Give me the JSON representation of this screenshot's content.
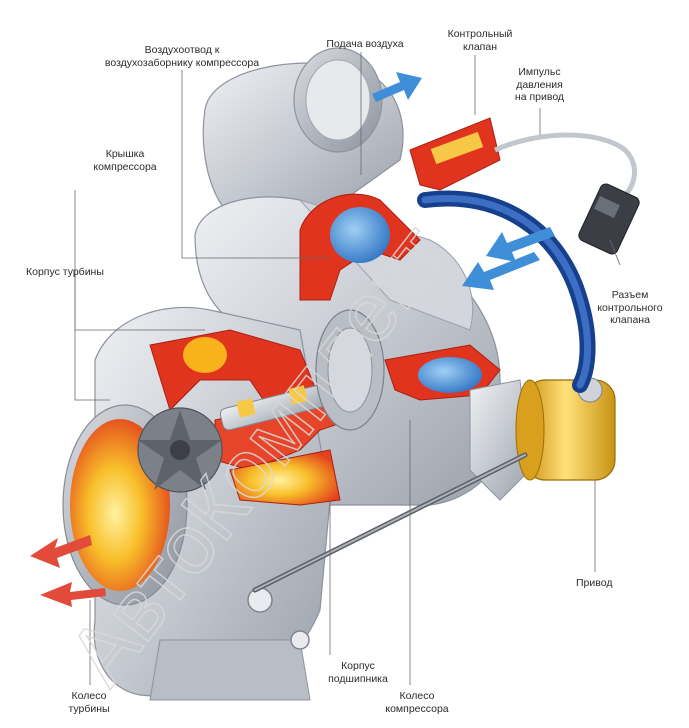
{
  "labels": {
    "air_outlet": "Воздухоотвод к\nвоздухозаборнику компрессора",
    "air_supply": "Подача воздуха",
    "control_valve": "Контрольный\nклапан",
    "pressure_impulse": "Импульс\nдавления\nна привод",
    "compressor_cover": "Крышка\nкомпрессора",
    "turbine_housing": "Корпус турбины",
    "valve_connector": "Разъем\nконтрольного\nклапана",
    "actuator": "Привод",
    "bearing_housing": "Корпус\nподшипника",
    "turbine_wheel": "Колесо\nтурбины",
    "compressor_wheel": "Колесо\nкомпрессора"
  },
  "watermark": "АвтоКомплект",
  "colors": {
    "metal": "#c9ccd2",
    "cut_red": "#e1341e",
    "hot_yellow": "#f6b21a",
    "blue_hose": "#1f4fa8",
    "flow_blue": "#3f8fd8",
    "flow_red": "#e24a3a",
    "brass": "#e2b42a"
  }
}
